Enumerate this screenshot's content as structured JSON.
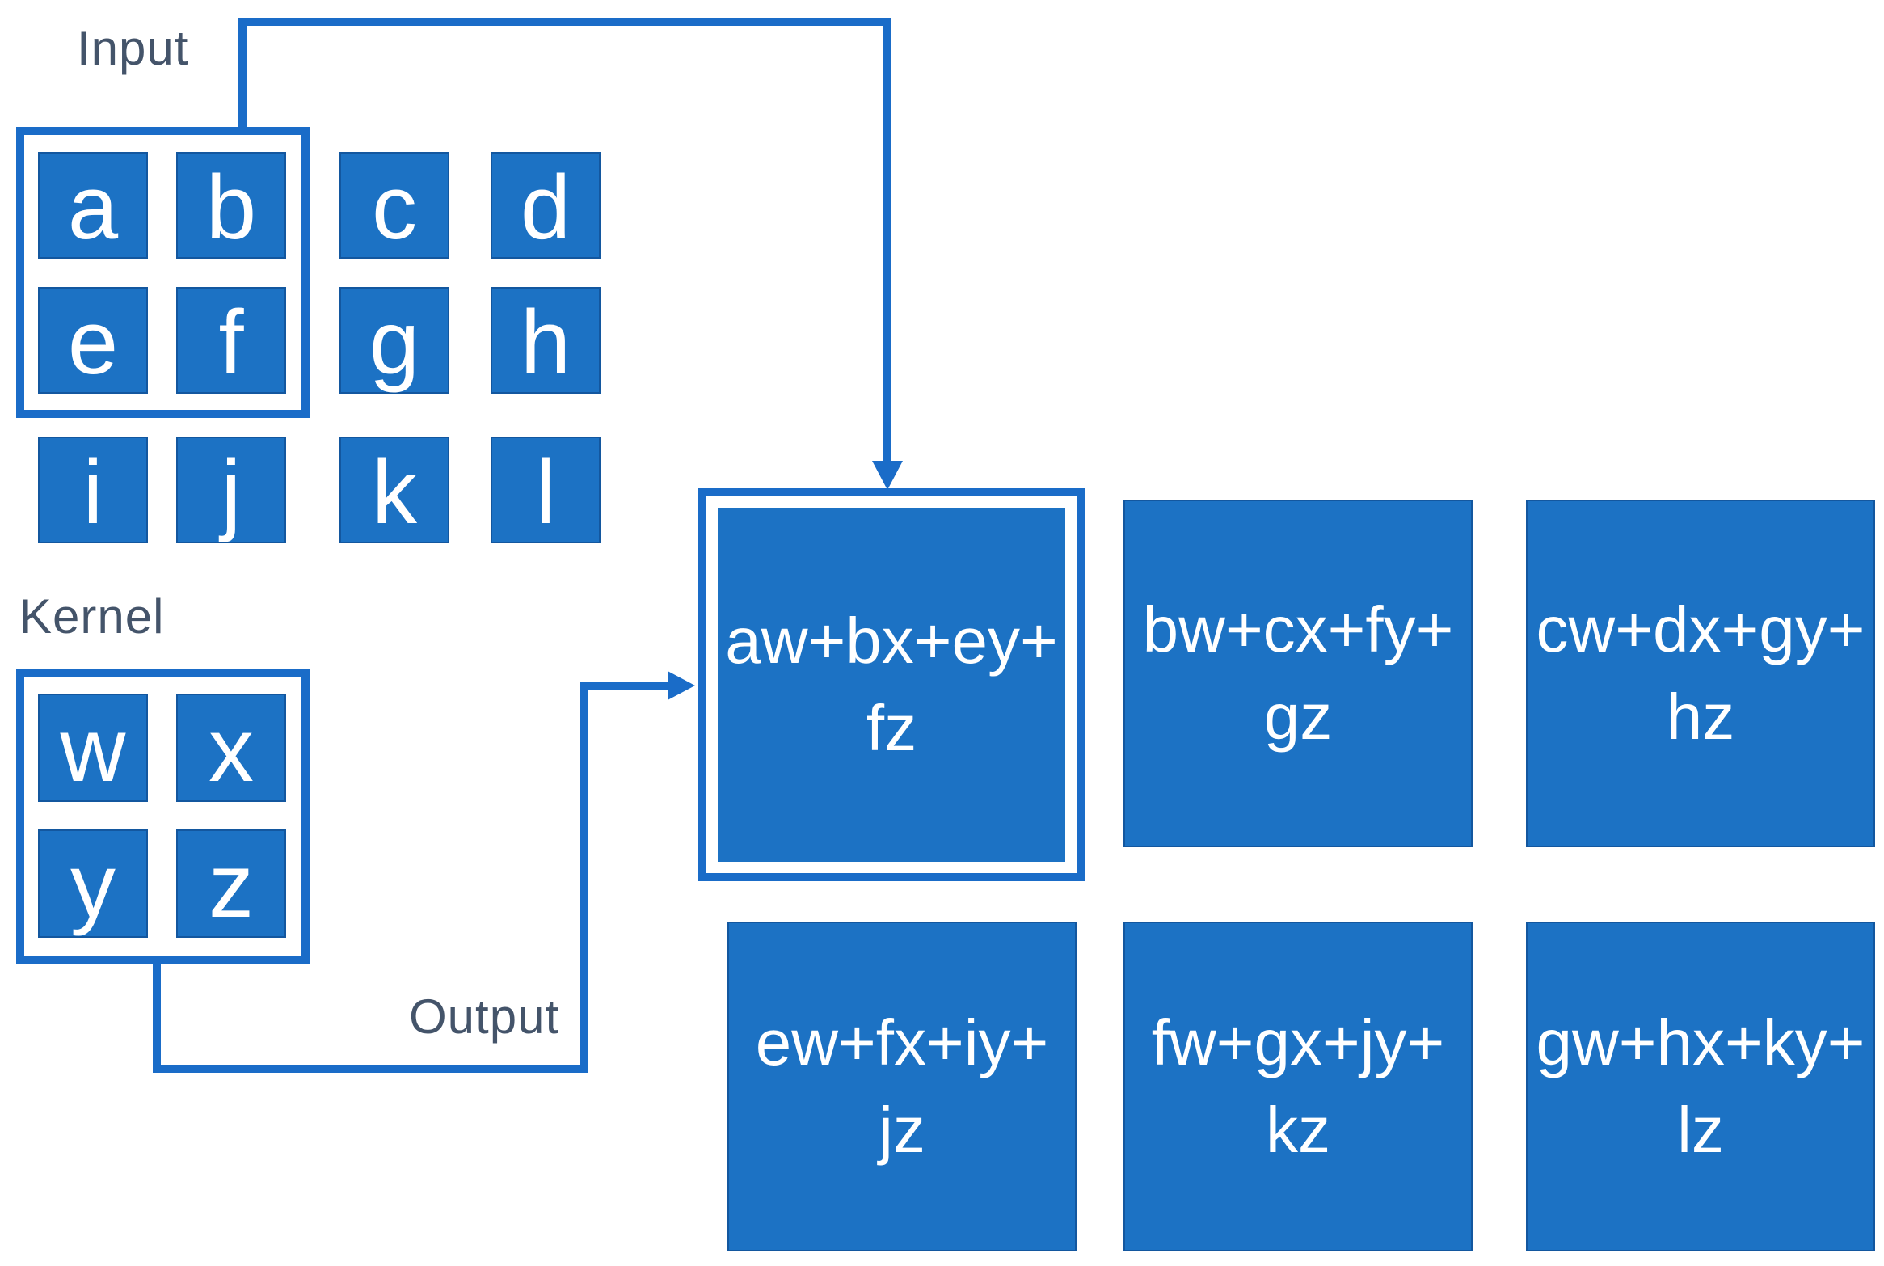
{
  "labels": {
    "input": "Input",
    "kernel": "Kernel",
    "output": "Output"
  },
  "colors": {
    "cell_fill": "#1C72C4",
    "line_color": "#1A6CC8",
    "cell_border": "#13579F",
    "label_text": "#44546A",
    "cell_text": "#FFFFFF",
    "bg": "#FFFFFF"
  },
  "input_grid": {
    "rows": [
      [
        "a",
        "b",
        "c",
        "d"
      ],
      [
        "e",
        "f",
        "g",
        "h"
      ],
      [
        "i",
        "j",
        "k",
        "l"
      ]
    ],
    "highlighted_cells": [
      "a",
      "b",
      "e",
      "f"
    ]
  },
  "kernel_grid": {
    "rows": [
      [
        "w",
        "x"
      ],
      [
        "y",
        "z"
      ]
    ]
  },
  "output_grid": {
    "rows": [
      [
        {
          "line1": "aw+bx+ey+",
          "line2": "fz",
          "highlighted": true
        },
        {
          "line1": "bw+cx+fy+",
          "line2": "gz",
          "highlighted": false
        },
        {
          "line1": "cw+dx+gy+",
          "line2": "hz",
          "highlighted": false
        }
      ],
      [
        {
          "line1": "ew+fx+iy+",
          "line2": "jz",
          "highlighted": false
        },
        {
          "line1": "fw+gx+jy+",
          "line2": "kz",
          "highlighted": false
        },
        {
          "line1": "gw+hx+ky+",
          "line2": "lz",
          "highlighted": false
        }
      ]
    ]
  },
  "arrows": [
    {
      "name": "input-region-to-output-cell",
      "from": "input highlighted region (a,b,e,f)",
      "to": "output cell aw+bx+ey+fz"
    },
    {
      "name": "kernel-to-output-cell",
      "from": "kernel (w,x,y,z)",
      "to": "output cell aw+bx+ey+fz"
    }
  ]
}
